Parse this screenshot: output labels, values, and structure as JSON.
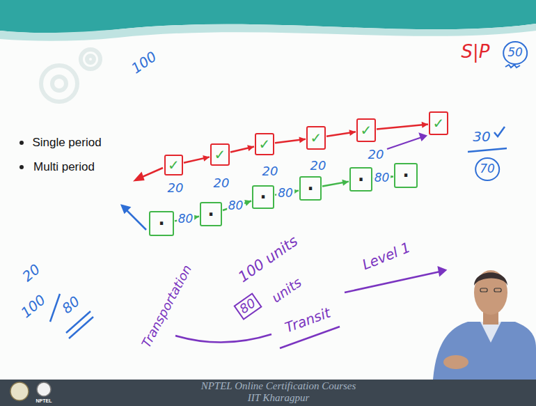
{
  "diagram": {
    "nodes": [
      {
        "text": [
          "✓"
        ]
      },
      {
        "text": [
          "✓"
        ]
      },
      {
        "text": [
          "✓"
        ]
      },
      {
        "text": [
          "✓"
        ]
      },
      {
        "text": [
          "✓"
        ]
      },
      {
        "text": [
          "✓"
        ]
      },
      {
        "text": [
          "·"
        ]
      },
      {
        "text": [
          "·"
        ]
      },
      {
        "text": [
          "·"
        ]
      },
      {
        "text": [
          "·"
        ]
      },
      {
        "text": [
          "·"
        ]
      },
      {
        "text": [
          "·"
        ]
      }
    ],
    "edges": [
      {
        "from": 0,
        "to": 1,
        "arrow": "to"
      },
      {
        "from": 1,
        "to": 2,
        "arrow": "to"
      },
      {
        "from": 2,
        "to": 3,
        "arrow": "to"
      },
      {
        "from": 3,
        "to": 4,
        "arrow": "to"
      },
      {
        "from": 4,
        "to": 5,
        "arrow": "to"
      },
      {
        "from": 6,
        "to": 7,
        "label": "80",
        "arrow": "to"
      },
      {
        "from": 7,
        "to": 8,
        "label": "80",
        "arrow": "to"
      },
      {
        "from": 8,
        "to": 9,
        "label": "80",
        "arrow": "to"
      },
      {
        "from": 9,
        "to": 10,
        "arrow": "to"
      },
      {
        "from": 10,
        "to": 11,
        "label": "80",
        "arrow": "to"
      }
    ],
    "labels": [
      "Single period",
      "Multi period",
      "100",
      "20",
      "20",
      "20",
      "20",
      "20",
      "S|P",
      "50",
      "30",
      "70",
      "20",
      "100",
      "80",
      "Transportation",
      "100 units",
      "80",
      "units",
      "Transit",
      "Level 1",
      "NPTEL Online Certification Courses",
      "IIT Kharagpur",
      "NPTEL"
    ]
  }
}
